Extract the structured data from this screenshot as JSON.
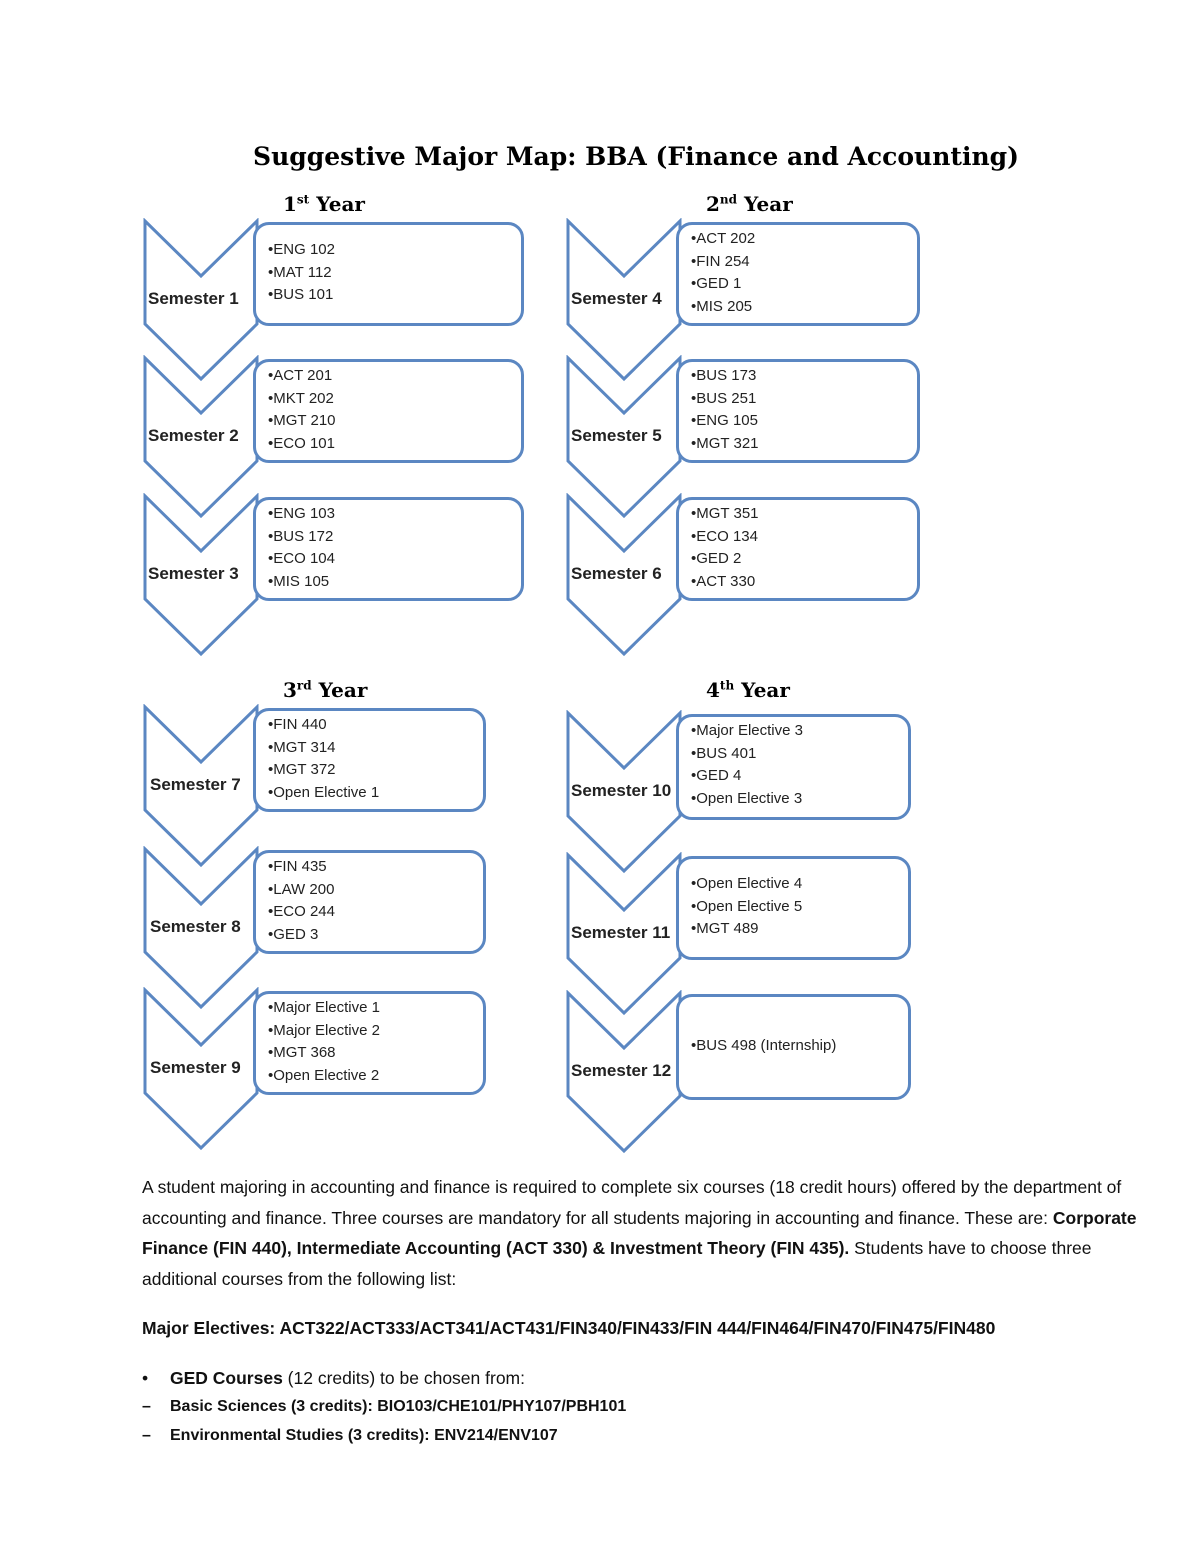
{
  "title": "Suggestive Major Map: BBA (Finance and Accounting)",
  "years": [
    {
      "num": "1",
      "sup": "st",
      "word": "Year"
    },
    {
      "num": "2",
      "sup": "nd",
      "word": "Year"
    },
    {
      "num": "3",
      "sup": "rd",
      "word": "Year"
    },
    {
      "num": "4",
      "sup": "th",
      "word": "Year"
    }
  ],
  "semesters": [
    {
      "label": "Semester 1",
      "courses": [
        "ENG 102",
        "MAT 112",
        "BUS 101"
      ]
    },
    {
      "label": "Semester 2",
      "courses": [
        "ACT 201",
        "MKT 202",
        "MGT 210",
        "ECO 101"
      ]
    },
    {
      "label": "Semester 3",
      "courses": [
        "ENG 103",
        "BUS 172",
        "ECO 104",
        "MIS 105"
      ]
    },
    {
      "label": "Semester 4",
      "courses": [
        "ACT 202",
        "FIN 254",
        "GED 1",
        "MIS 205"
      ]
    },
    {
      "label": "Semester 5",
      "courses": [
        "BUS 173",
        "BUS 251",
        "ENG 105",
        "MGT 321"
      ]
    },
    {
      "label": "Semester 6",
      "courses": [
        "MGT 351",
        "ECO 134",
        "GED 2",
        "ACT 330"
      ]
    },
    {
      "label": "Semester 7",
      "courses": [
        "FIN 440",
        "MGT 314",
        "MGT 372",
        "Open Elective 1"
      ]
    },
    {
      "label": "Semester 8",
      "courses": [
        "FIN 435",
        "LAW 200",
        "ECO 244",
        "GED 3"
      ]
    },
    {
      "label": "Semester 9",
      "courses": [
        "Major Elective 1",
        "Major Elective 2",
        "MGT 368",
        "Open Elective 2"
      ]
    },
    {
      "label": "Semester 10",
      "courses": [
        "Major Elective 3",
        "BUS 401",
        "GED 4",
        "Open Elective 3"
      ]
    },
    {
      "label": "Semester 11",
      "courses": [
        "Open Elective 4",
        "Open Elective 5",
        "MGT 489"
      ]
    },
    {
      "label": "Semester 12",
      "courses": [
        "BUS 498 (Internship)"
      ]
    }
  ],
  "paragraph": {
    "intro": "A student majoring in accounting and finance is required to complete six courses (18 credit hours) offered by the department of accounting and finance. Three courses are mandatory for all students majoring in accounting and finance. These are: ",
    "mandatory": "Corporate Finance (FIN 440), Intermediate Accounting (ACT 330) & Investment Theory (FIN 435).",
    "outro": " Students have to choose three additional courses from the following list:"
  },
  "major_electives": {
    "label": "Major Electives: ",
    "list": "ACT322/ACT333/ACT341/ACT431/FIN340/FIN433/FIN 444/FIN464/FIN470/FIN475/FIN480"
  },
  "ged": {
    "bullet": "•",
    "label": "GED Courses",
    "rest": " (12 credits) to be chosen from:",
    "items": [
      {
        "dash": "–",
        "label": "Basic Sciences (3 credits): ",
        "list": "BIO103/CHE101/PHY107/PBH101"
      },
      {
        "dash": "–",
        "label": "Environmental Studies (3 credits): ",
        "list": "ENV214/ENV107"
      }
    ]
  },
  "colors": {
    "border": "#5b87c2"
  }
}
